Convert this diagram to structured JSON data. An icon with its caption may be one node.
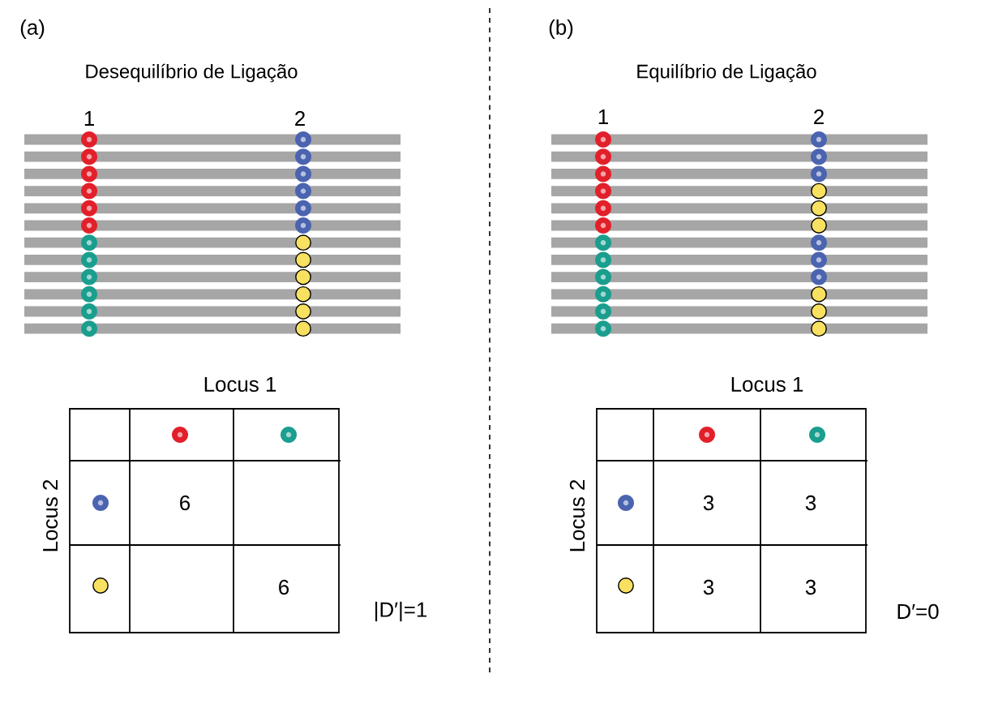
{
  "diagram": {
    "labels": [
      "(a)",
      "Desequilíbrio de Ligação",
      "1",
      "2",
      "(b)",
      "Equilíbrio de Ligação",
      "1",
      "2",
      "Locus 1",
      "Locus 2",
      "6",
      "6",
      "|D′|=1",
      "Locus 1",
      "Locus 2",
      "3",
      "3",
      "3",
      "3",
      "D′=0"
    ]
  }
}
